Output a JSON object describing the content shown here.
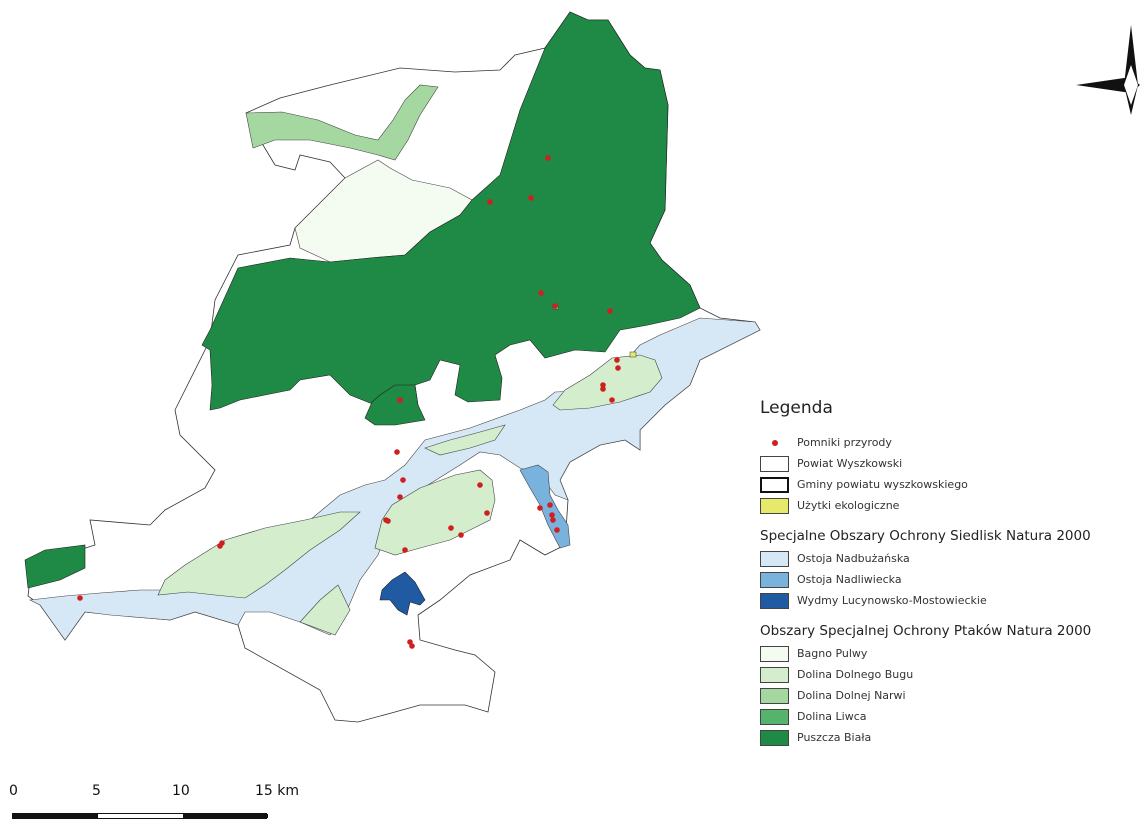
{
  "colors": {
    "puszcza_biala": "#1f8a45",
    "dolina_liwca": "#56b36b",
    "dolina_dolnej_narwi": "#a5d8a0",
    "dolina_dolnego_bugu": "#d4edcc",
    "bagno_pulwy": "#f4fbf1",
    "ostoja_nadbuzanska": "#d6e7f6",
    "ostoja_nadliwiecka": "#79b3dd",
    "wydmy": "#1f5aa3",
    "uzytki": "#e6ea6b",
    "pomniki": "#cf1f1f",
    "powiat": "#ffffff"
  },
  "legend": {
    "title": "Legenda",
    "items_general": [
      {
        "label": "Pomniki przyrody",
        "kind": "dot",
        "color": "#cf1f1f"
      },
      {
        "label": "Powiat Wyszkowski",
        "kind": "box",
        "color": "#ffffff"
      },
      {
        "label": "Gminy powiatu wyszkowskiego",
        "kind": "thick",
        "color": "#ffffff"
      },
      {
        "label": "Użytki ekologiczne",
        "kind": "box",
        "color": "#e6ea6b"
      }
    ],
    "section_soo": "Specjalne Obszary Ochrony Siedlisk Natura 2000",
    "items_soo": [
      {
        "label": "Ostoja Nadbużańska",
        "color": "#d6e7f6"
      },
      {
        "label": "Ostoja Nadliwiecka",
        "color": "#79b3dd"
      },
      {
        "label": "Wydmy Lucynowsko-Mostowieckie",
        "color": "#1f5aa3"
      }
    ],
    "section_oso": "Obszary Specjalnej Ochrony Ptaków Natura 2000",
    "items_oso": [
      {
        "label": "Bagno Pulwy",
        "color": "#f4fbf1"
      },
      {
        "label": "Dolina Dolnego Bugu",
        "color": "#d4edcc"
      },
      {
        "label": "Dolina Dolnej Narwi",
        "color": "#a5d8a0"
      },
      {
        "label": "Dolina Liwca",
        "color": "#56b36b"
      },
      {
        "label": "Puszcza Biała",
        "color": "#1f8a45"
      }
    ]
  },
  "scale": {
    "labels": [
      "0",
      "5",
      "10",
      "15 km"
    ]
  }
}
